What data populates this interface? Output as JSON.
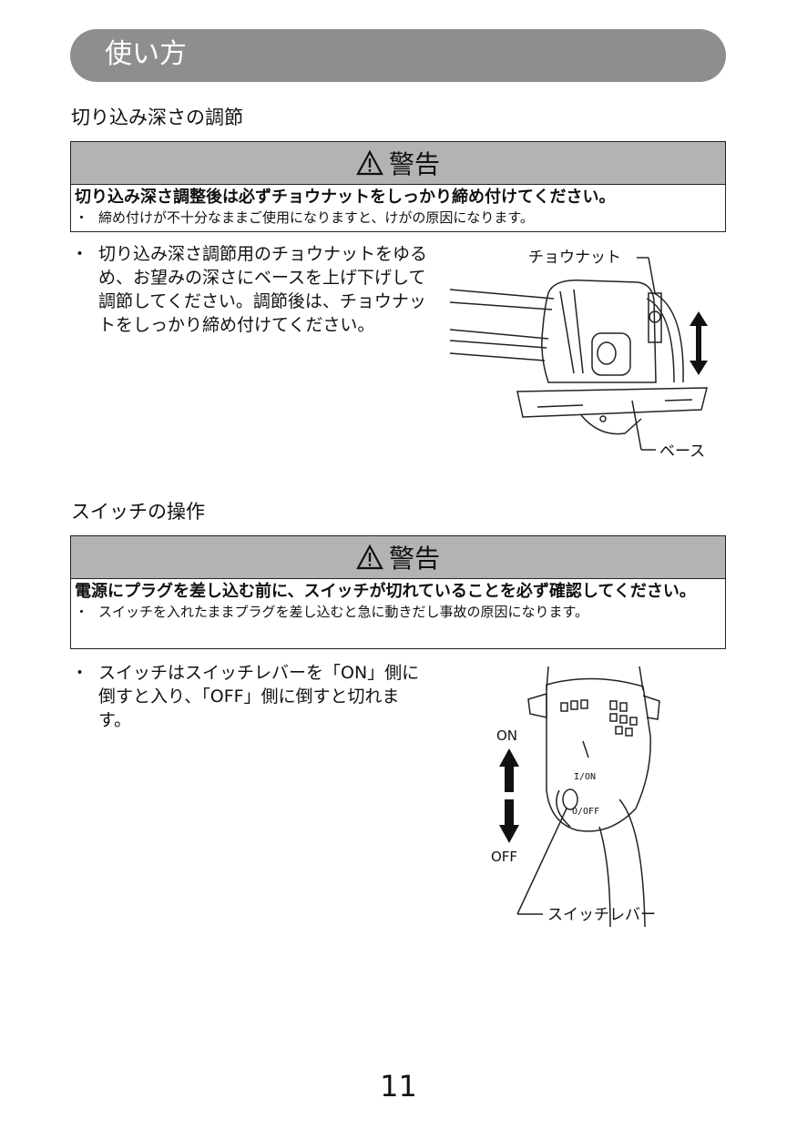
{
  "header": {
    "title": "使い方"
  },
  "sections": [
    {
      "title": "切り込み深さの調節",
      "warning": {
        "label": "警告",
        "main": "切り込み深さ調整後は必ずチョウナットをしっかり締め付けてください。",
        "bullet_mark": "・",
        "sub": "締め付けが不十分なままご使用になりますと、けがの原因になります。"
      },
      "bullet_mark": "・",
      "bullet": "切り込み深さ調節用のチョウナットをゆるめ、お望みの深さにベースを上げ下げして調節してください。調節後は、チョウナットをしっかり締め付けてください。",
      "figure": {
        "label_top": "チョウナット",
        "label_bottom": "ベース"
      }
    },
    {
      "title": "スイッチの操作",
      "warning": {
        "label": "警告",
        "main": "電源にプラグを差し込む前に、スイッチが切れていることを必ず確認してください。",
        "bullet_mark": "・",
        "sub": "スイッチを入れたままプラグを差し込むと急に動きだし事故の原因になります。"
      },
      "bullet_mark": "・",
      "bullet": "スイッチはスイッチレバーを「ON」側に倒すと入り、「OFF」側に倒すと切れます。",
      "figure": {
        "on_label": "ON",
        "off_label": "OFF",
        "on_mark": "I/ON",
        "off_mark": "O/OFF",
        "lever_label": "スイッチレバー"
      }
    }
  ],
  "page_number": "11",
  "icons": {
    "warning": "warning-triangle-icon"
  }
}
